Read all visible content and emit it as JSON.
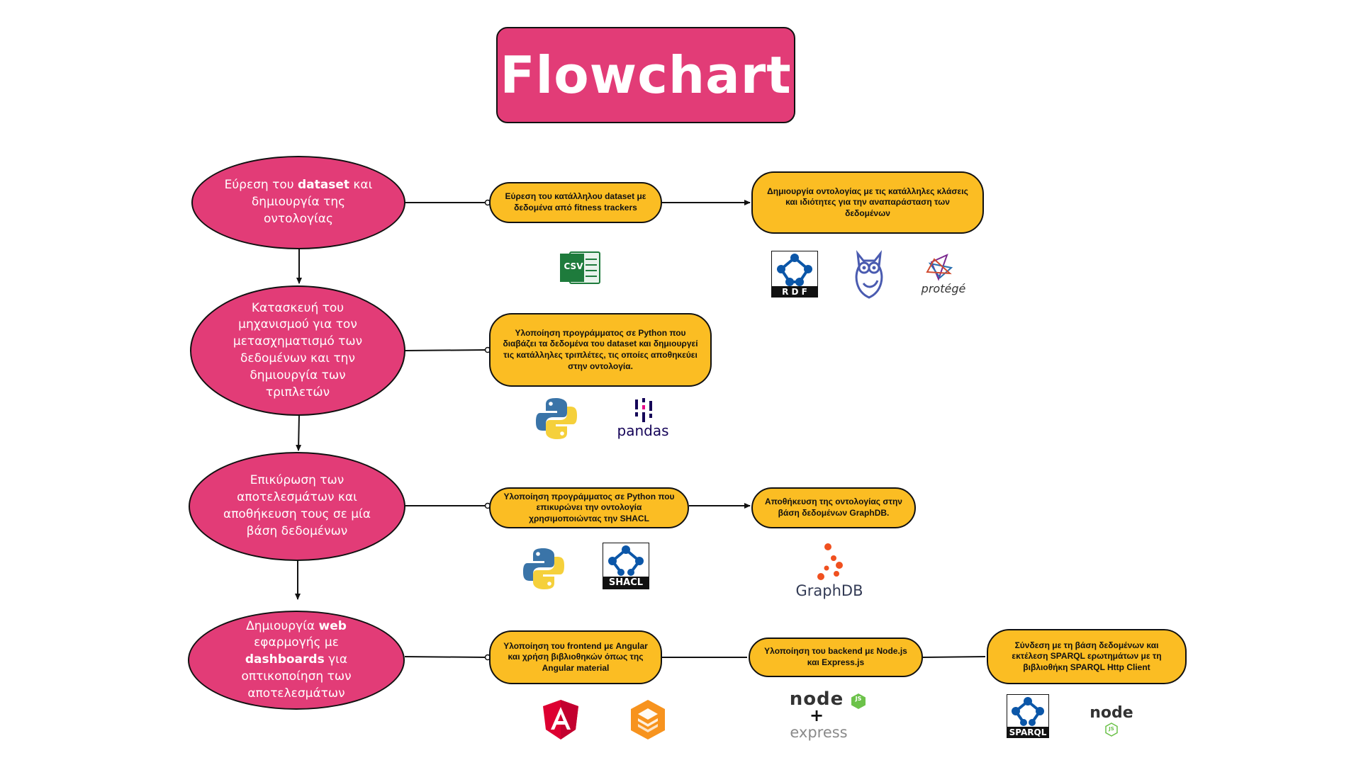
{
  "title": "Flowchart",
  "phases": [
    {
      "pre": "Εύρεση του ",
      "bold": "dataset",
      "post": " και δημιουργία της οντολογίας"
    },
    {
      "pre": "Κατασκευή του μηχανισμού για τον μετασχηματισμό των δεδομένων και την δημιουργία των τριπλετών",
      "bold": "",
      "post": ""
    },
    {
      "pre": "Επικύρωση των αποτελεσμάτων και αποθήκευση τους σε μία βάση δεδομένων",
      "bold": "",
      "post": ""
    },
    {
      "pre": "Δημιουργία ",
      "bold": "web",
      "post": " εφαρμογής με ",
      "bold2": "dashboards",
      "post2": " για οπτικοποίηση των αποτελεσμάτων"
    }
  ],
  "steps": {
    "s1a": "Εύρεση του κατάλληλου dataset με δεδομένα από fitness trackers",
    "s1b": "Δημιουργία οντολογίας με τις κατάλληλες κλάσεις και ιδιότητες για την αναπαράσταση των δεδομένων",
    "s2a": "Υλοποίηση προγράμματος σε Python που διαβάζει τα δεδομένα του dataset και δημιουργεί τις κατάλληλες τριπλέτες, τις οποίες αποθηκεύει στην οντολογία.",
    "s3a": "Υλοποίηση προγράμματος σε Python που επικυρώνει την οντολογία χρησιμοποιώντας την SHACL",
    "s3b": "Αποθήκευση της οντολογίας στην βάση δεδομένων GraphDB.",
    "s4a": "Υλοποίηση του frontend με Angular και χρήση βιβλιοθηκών όπως της Angular material",
    "s4b": "Υλοποίηση του backend με Node.js και Express.js",
    "s4c": "Σύνδεση με τη βάση δεδομένων και εκτέλεση SPARQL ερωτημάτων με τη βιβλιοθήκη SPARQL Http Client"
  },
  "logos": {
    "csv": "CSV",
    "rdf": "R D F",
    "protege": "protégé",
    "pandas": "pandas",
    "shacl": "SHACL",
    "graphdb": "GraphDB",
    "node": "node",
    "js": "JS",
    "plus": "+",
    "express": "express",
    "sparql": "SPARQL"
  },
  "icons": {
    "csv": "csv-file-icon",
    "rdf": "rdf-logo-icon",
    "owl": "owl-logo-icon",
    "protege": "protege-logo-icon",
    "python": "python-logo-icon",
    "pandas": "pandas-logo-icon",
    "shacl": "shacl-logo-icon",
    "graphdb": "graphdb-logo-icon",
    "angular": "angular-logo-icon",
    "material": "angular-material-logo-icon",
    "nodeexpress": "node-express-logo-icon",
    "sparql": "sparql-logo-icon",
    "nodejs": "nodejs-logo-icon"
  },
  "colors": {
    "phase": "#e23c77",
    "step": "#fbbd23",
    "outline": "#111111",
    "csv": "#1e7b3c",
    "python_blue": "#3a74a8",
    "python_yellow": "#f5d03b",
    "angular": "#dd0031",
    "material": "#f7931e",
    "graphdb": "#f0501f",
    "node_green": "#6cc24a"
  }
}
